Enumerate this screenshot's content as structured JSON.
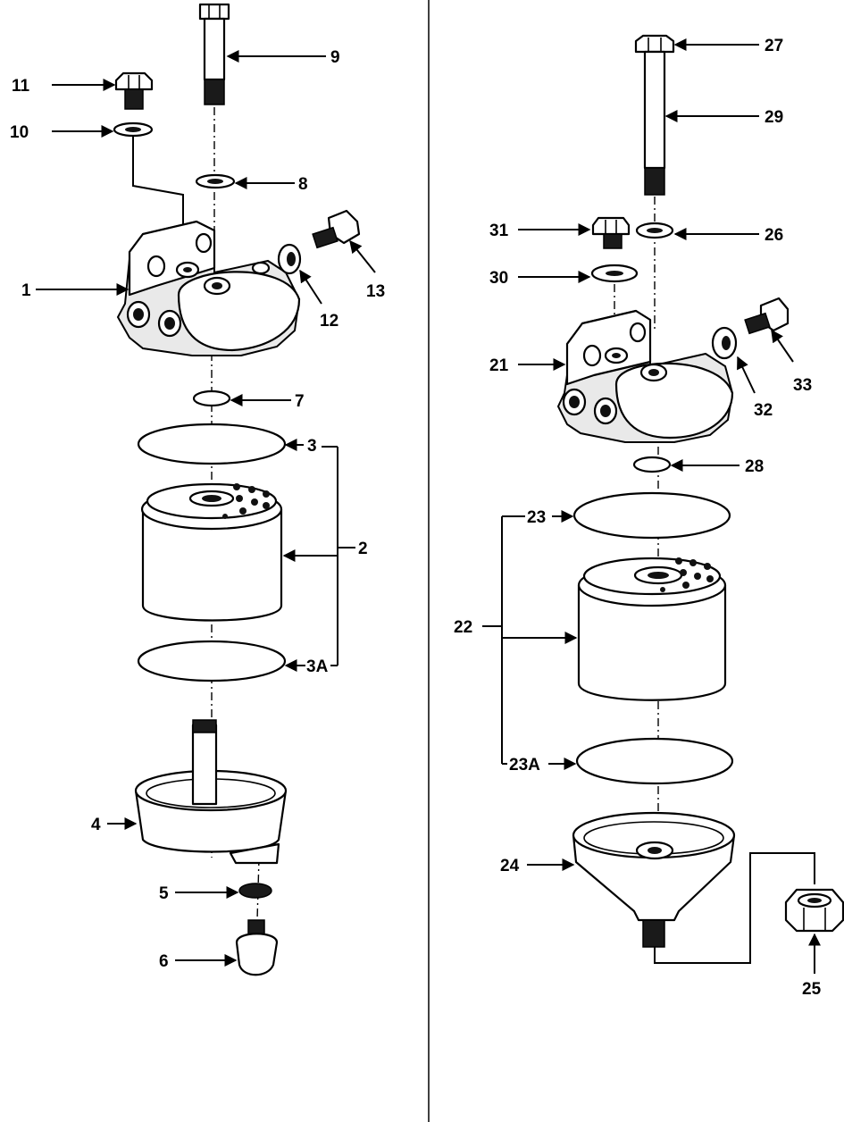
{
  "callouts": {
    "c1": "1",
    "c2": "2",
    "c3": "3",
    "c3a": "3A",
    "c4": "4",
    "c5": "5",
    "c6": "6",
    "c7": "7",
    "c8": "8",
    "c9": "9",
    "c10": "10",
    "c11": "11",
    "c12": "12",
    "c13": "13",
    "c21": "21",
    "c22": "22",
    "c23": "23",
    "c23a": "23A",
    "c24": "24",
    "c25": "25",
    "c26": "26",
    "c27": "27",
    "c28": "28",
    "c29": "29",
    "c30": "30",
    "c31": "31",
    "c32": "32",
    "c33": "33"
  }
}
